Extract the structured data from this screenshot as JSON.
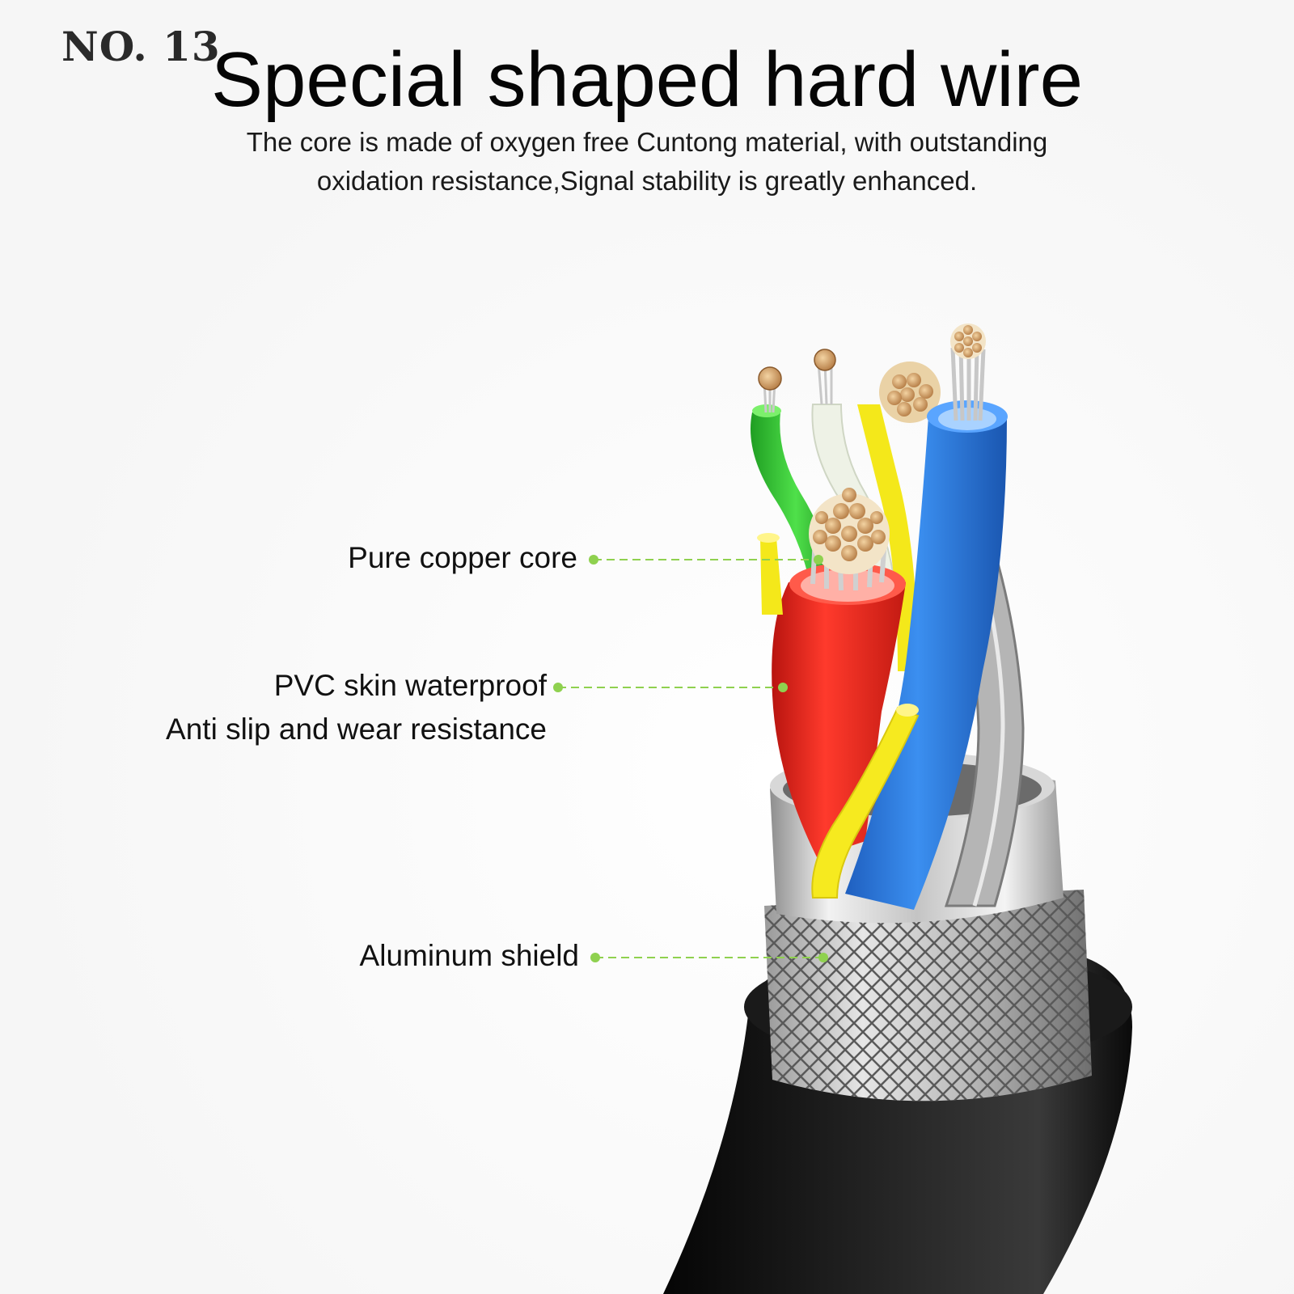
{
  "badge": "NO. 13",
  "title": "Special shaped hard wire",
  "subtitle_line1": "The core is made of oxygen free Cuntong material, with outstanding",
  "subtitle_line2": "oxidation resistance,Signal stability is greatly enhanced.",
  "callouts": {
    "copper": "Pure copper core",
    "pvc_line1": "PVC skin waterproof",
    "pvc_line2": "Anti slip and wear resistance",
    "shield": "Aluminum shield"
  },
  "colors": {
    "leader": "#8fd14f",
    "wire_red": "#e8261f",
    "wire_blue": "#2f7fe0",
    "wire_yellow": "#f4e81a",
    "wire_green": "#3cc63a",
    "wire_white": "#eef2e6",
    "jacket": "#141414",
    "copper": "#d9a66b"
  }
}
